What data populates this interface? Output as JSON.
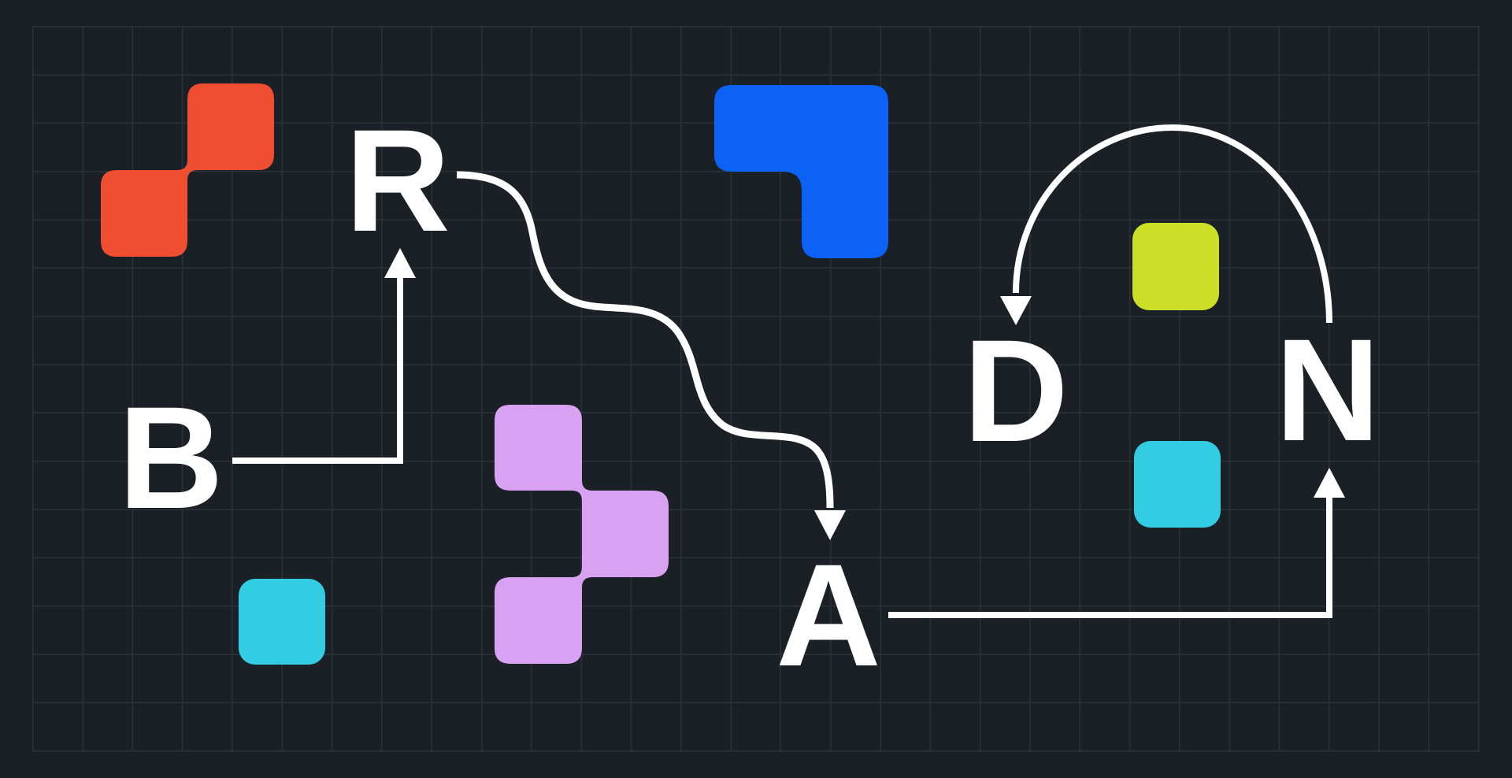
{
  "canvas": {
    "background": "#1a2026",
    "grid_line": "#2a323a"
  },
  "letters": {
    "color": "#ffffff",
    "b": "B",
    "r": "R",
    "a": "A",
    "n": "N",
    "d": "D"
  },
  "word_spelled_by_arrows": "BRAND",
  "flow": [
    {
      "from": "B",
      "to": "R",
      "connector": "elbow-arrow-up"
    },
    {
      "from": "R",
      "to": "A",
      "connector": "wavy-arrow-down"
    },
    {
      "from": "A",
      "to": "N",
      "connector": "elbow-arrow-up"
    },
    {
      "from": "N",
      "to": "D",
      "connector": "arc-arrow-over"
    }
  ],
  "connectors": {
    "color": "#ffffff"
  },
  "shapes": {
    "red": {
      "color": "#f04e30",
      "type": "two-square-zigzag"
    },
    "blue": {
      "color": "#0b62f5",
      "type": "l-tromino"
    },
    "purple": {
      "color": "#d9a1f2",
      "type": "three-square-zigzag"
    },
    "cyan_bottom_left": {
      "color": "#32cde2",
      "type": "square"
    },
    "cyan_right": {
      "color": "#32cde2",
      "type": "square"
    },
    "yellow": {
      "color": "#cbdf27",
      "type": "square"
    }
  }
}
